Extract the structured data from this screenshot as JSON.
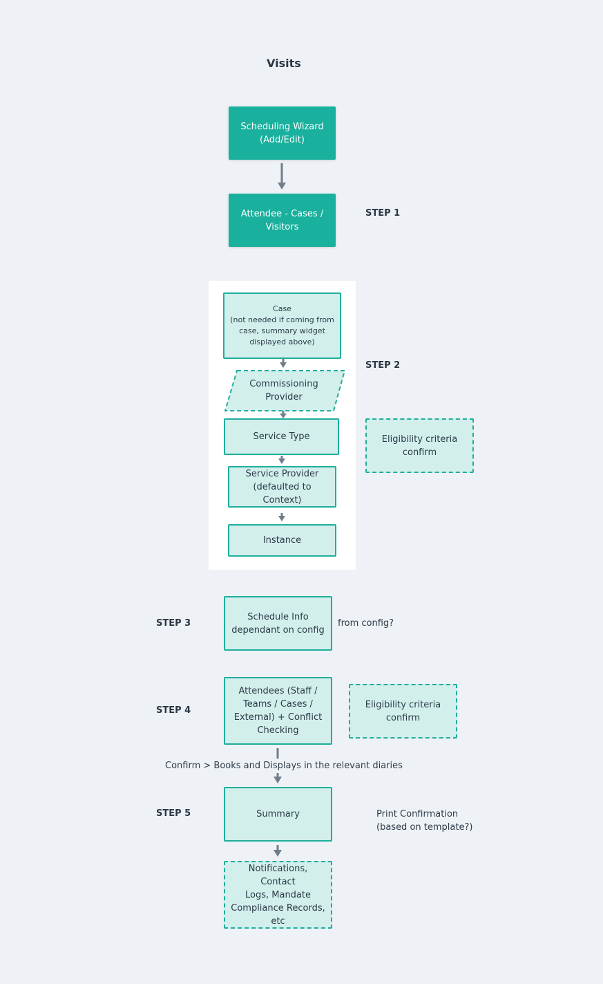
{
  "title": "Visits",
  "nodes": {
    "scheduling_wizard": "Scheduling Wizard\n(Add/Edit)",
    "attendee_cases_visitors": "Attendee - Cases /\nVisitors",
    "case": "Case\n(not needed if coming from\ncase, summary widget\ndisplayed above)",
    "commissioning_provider": "Commissioning\nProvider",
    "service_type": "Service Type",
    "eligibility_step2": "Eligibility criteria\nconfirm",
    "service_provider": "Service Provider\n(defaulted to Context)",
    "instance": "Instance",
    "schedule_info": "Schedule Info\ndependant on config",
    "attendees": "Attendees (Staff /\nTeams / Cases /\nExternal) + Conflict\nChecking",
    "eligibility_step4": "Eligibility criteria\nconfirm",
    "summary": "Summary",
    "notifications": "Notifications, Contact\nLogs, Mandate\nCompliance Records,\netc"
  },
  "steps": {
    "step1": "STEP 1",
    "step2": "STEP 2",
    "step3": "STEP 3",
    "step4": "STEP 4",
    "step5": "STEP 5"
  },
  "annotations": {
    "from_config": "from config?",
    "confirm_books": "Confirm > Books and Displays in the relevant diaries",
    "print_confirmation": "Print Confirmation\n(based on template?)"
  },
  "colors": {
    "teal_dark": "#19b09d",
    "teal_border": "#1fae9c",
    "teal_light": "#d2efec",
    "arrow": "#707d8b",
    "background": "#eef2f6"
  }
}
